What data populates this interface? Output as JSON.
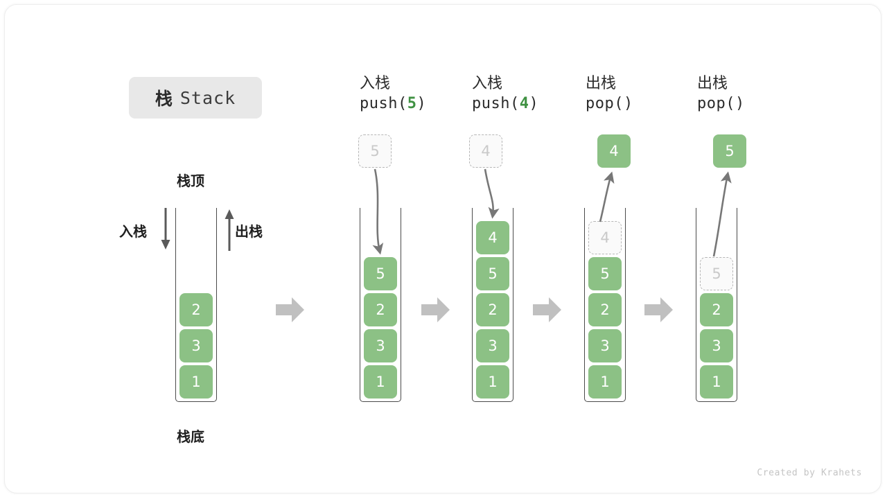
{
  "title": {
    "cn": "栈",
    "en": "Stack"
  },
  "labels": {
    "top": "栈顶",
    "bottom": "栈底",
    "push": "入栈",
    "pop": "出栈"
  },
  "colors": {
    "cell_fill": "#8cc185",
    "cell_text": "#ffffff",
    "ghost_fill": "#fafafa",
    "ghost_border": "#b6b6b6",
    "ghost_text": "#c9c9c9",
    "badge_bg": "#e8e8e8",
    "accent_green": "#3f9142",
    "arrow_gray": "#c0c0c0",
    "stroke_dark": "#4a4a4a"
  },
  "columns": [
    {
      "id": "initial",
      "head_cn": "",
      "head_code_prefix": "",
      "head_code_num": "",
      "head_code_suffix": "",
      "cells": [
        "2",
        "3",
        "1"
      ],
      "float_value": "",
      "ghost_value": ""
    },
    {
      "id": "push-5",
      "head_cn": "入栈",
      "head_code_prefix": "push(",
      "head_code_num": "5",
      "head_code_suffix": ")",
      "cells": [
        "5",
        "2",
        "3",
        "1"
      ],
      "float_value": "5",
      "ghost_value": ""
    },
    {
      "id": "push-4",
      "head_cn": "入栈",
      "head_code_prefix": "push(",
      "head_code_num": "4",
      "head_code_suffix": ")",
      "cells": [
        "4",
        "5",
        "2",
        "3",
        "1"
      ],
      "float_value": "4",
      "ghost_value": ""
    },
    {
      "id": "pop-1",
      "head_cn": "出栈",
      "head_code_prefix": "pop(",
      "head_code_num": "",
      "head_code_suffix": ")",
      "cells": [
        "5",
        "2",
        "3",
        "1"
      ],
      "float_value": "4",
      "ghost_value": "4"
    },
    {
      "id": "pop-2",
      "head_cn": "出栈",
      "head_code_prefix": "pop(",
      "head_code_num": "",
      "head_code_suffix": ")",
      "cells": [
        "2",
        "3",
        "1"
      ],
      "float_value": "5",
      "ghost_value": "5"
    }
  ],
  "credit": "Created by Krahets"
}
